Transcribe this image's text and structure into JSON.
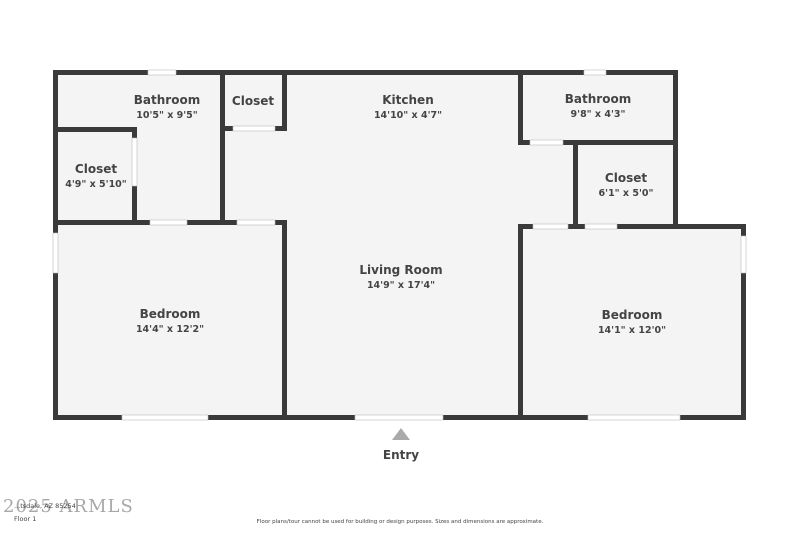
{
  "rooms": [
    {
      "name": "Bathroom",
      "dims": "10'5\" x 9'5\""
    },
    {
      "name": "Closet",
      "dims": ""
    },
    {
      "name": "Kitchen",
      "dims": "14'10\" x 4'7\""
    },
    {
      "name": "Bathroom",
      "dims": "9'8\" x 4'3\""
    },
    {
      "name": "Closet",
      "dims": "4'9\" x 5'10\""
    },
    {
      "name": "Closet",
      "dims": "6'1\" x 5'0\""
    },
    {
      "name": "Living Room",
      "dims": "14'9\" x 17'4\""
    },
    {
      "name": "Bedroom",
      "dims": "14'4\" x 12'2\""
    },
    {
      "name": "Bedroom",
      "dims": "14'1\" x 12'0\""
    }
  ],
  "entry_label": "Entry",
  "footer": {
    "address": "...tsdale, AZ 85254",
    "floor": "Floor 1",
    "disclaimer": "Floor plans/tour cannot be used for building or design purposes. Sizes and dimensions are approximate.",
    "watermark": "2025 ARMLS"
  },
  "colors": {
    "wall": "#3a3a3a",
    "floor": "#f4f4f4"
  }
}
